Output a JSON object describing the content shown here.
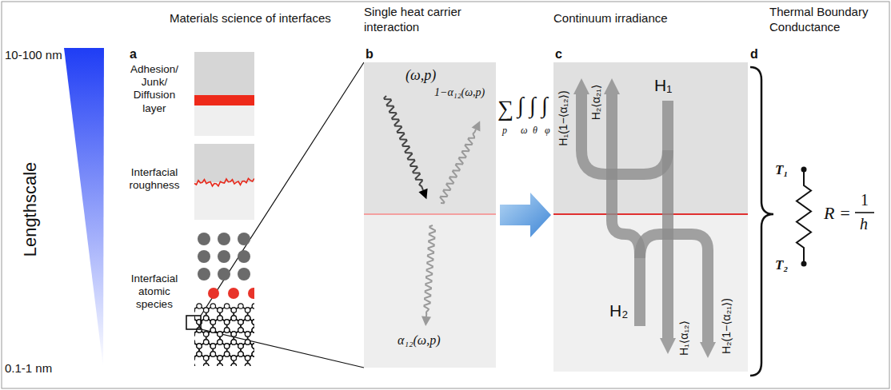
{
  "diagram": {
    "nodes": [
      {
        "text": [
          "Adhesion/ Junk/ Diffusion layer"
        ]
      },
      {
        "text": [
          "Interfacial roughness"
        ]
      },
      {
        "text": [
          "Interfacial atomic species"
        ]
      },
      {
        "text": [
          "(ω,p)",
          "1−α₁₂(ω,p)",
          "α₁₂(ω,p)"
        ]
      },
      {
        "text": [
          "H₁(1−⟨α₁₂⟩)",
          "H₂⟨α₂₁⟩",
          "H₁",
          "H₂",
          "H₁⟨α₁₂⟩",
          "H₂(1−⟨α₂₁⟩)"
        ]
      }
    ],
    "edges": [
      {
        "from": 2,
        "to": 3,
        "arrow": "none"
      },
      {
        "from": 3,
        "to": 4,
        "arrow": "to"
      }
    ],
    "labels": [
      "Materials science of interfaces",
      "Single heat carrier interaction",
      "Continuum irradiance",
      "Thermal Boundary Conductance",
      "10-100 nm",
      "Lengthscale",
      "0.1-1 nm",
      "a",
      "b",
      "c",
      "d",
      "∑",
      "∫",
      "∫",
      "∫",
      "p",
      "ω",
      "θ",
      "φ",
      "T₁",
      "T₂",
      "R =",
      "1",
      "h"
    ]
  }
}
